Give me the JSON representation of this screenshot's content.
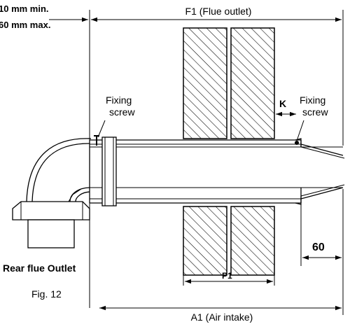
{
  "labels": {
    "clearance_min": "10 mm min.",
    "clearance_max": "60 mm max.",
    "flue_outlet": "F1 (Flue outlet)",
    "fixing_screw_left_1": "Fixing",
    "fixing_screw_left_2": "screw",
    "fixing_screw_right_1": "Fixing",
    "fixing_screw_right_2": "screw",
    "k": "K",
    "dimension_60": "60",
    "p1": "P1",
    "rear_flue_outlet": "Rear flue Outlet",
    "figure": "Fig. 12",
    "air_intake": "A1 (Air intake)"
  }
}
